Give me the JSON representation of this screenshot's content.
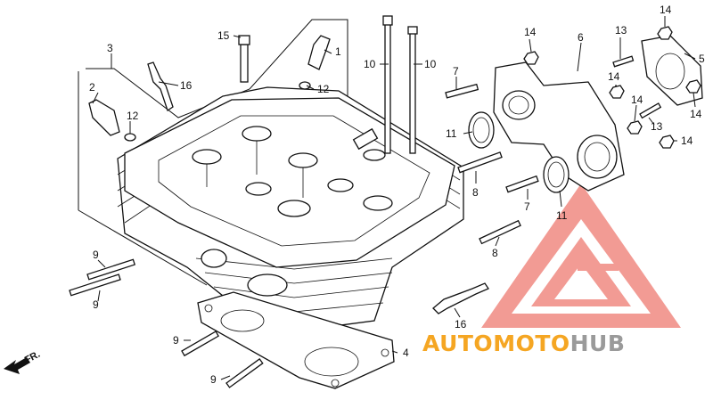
{
  "callouts": {
    "c1": "1",
    "c2": "2",
    "c3": "3",
    "c4": "4",
    "c5": "5",
    "c6": "6",
    "c7a": "7",
    "c7b": "7",
    "c8a": "8",
    "c8b": "8",
    "c9a": "9",
    "c9b": "9",
    "c9c": "9",
    "c9d": "9",
    "c10a": "10",
    "c10b": "10",
    "c11a": "11",
    "c11b": "11",
    "c12a": "12",
    "c12b": "12",
    "c13a": "13",
    "c13b": "13",
    "c14a": "14",
    "c14b": "14",
    "c14c": "14",
    "c14d": "14",
    "c14e": "14",
    "c14f": "14",
    "c15": "15",
    "c16a": "16",
    "c16b": "16"
  },
  "direction_label": "FR.",
  "watermark": {
    "part_auto": "AUTO",
    "part_moto": "MOTO",
    "part_hub": "HUB",
    "colors": {
      "red": "#f08a82",
      "orange": "#f5a623",
      "gray": "#9a9a9a"
    }
  }
}
